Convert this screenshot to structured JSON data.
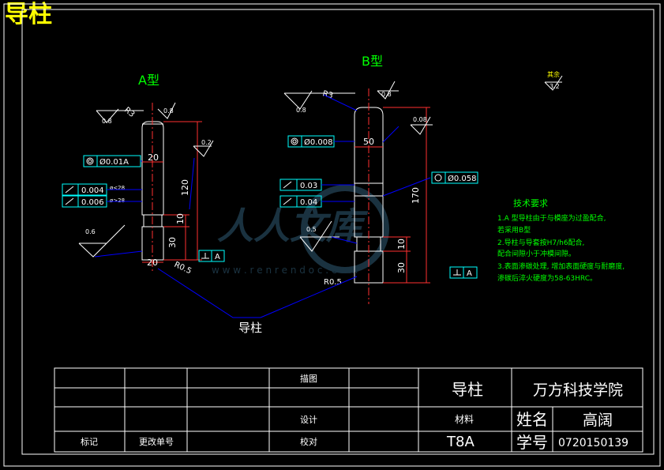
{
  "page_title": "导柱",
  "views": {
    "a_label": "A型",
    "b_label": "B型"
  },
  "annotations": {
    "r3": "R3",
    "r05": "R0.5",
    "ra_08": "0.8",
    "ra_06": "0.6",
    "ra_02": "0.2",
    "ra_05": "0.5",
    "ra_008": "0.08",
    "coax_a": "Ø0.01A",
    "runout_1": "0.004",
    "runout_2": "0.006",
    "dim_a_lt": "ø<28",
    "dim_a_gt": "ø>28",
    "dim_20": "20",
    "dim_120": "120",
    "dim_10": "10",
    "dim_30": "30",
    "coax_b": "Ø0.008",
    "dim_50": "50",
    "runout_3": "0.03",
    "runout_4": "0.04",
    "dim_170": "170",
    "coax_b2": "Ø0.058",
    "datum_a": "A",
    "leader_label": "导柱",
    "other_label": "其余",
    "other_value": "3.2"
  },
  "tech_requirements": {
    "title": "技术要求",
    "items": [
      "1.A 型导柱由于与模座为过盈配合,",
      "  若采用B型",
      "2.导柱与导套按H7/h6配合,",
      "  配合间隙小于冲模间隙。",
      "3.表面渗碳处理, 增加表面硬度与耐磨度,",
      "  渗碳后淬火硬度为58-63HRC。"
    ]
  },
  "watermark": {
    "text": "人人文库",
    "url": "w w w . r e n r e n d o c . c o m"
  },
  "title_block": {
    "row_labels": {
      "draw": "描图",
      "design": "设计",
      "check": "校对",
      "mark": "标记",
      "change_no": "更改单号"
    },
    "part_name": "导柱",
    "school": "万方科技学院",
    "material_label": "材料",
    "name_label": "姓名",
    "name_value": "高阔",
    "material_value": "T8A",
    "id_label": "学号",
    "id_value": "0720150139"
  }
}
